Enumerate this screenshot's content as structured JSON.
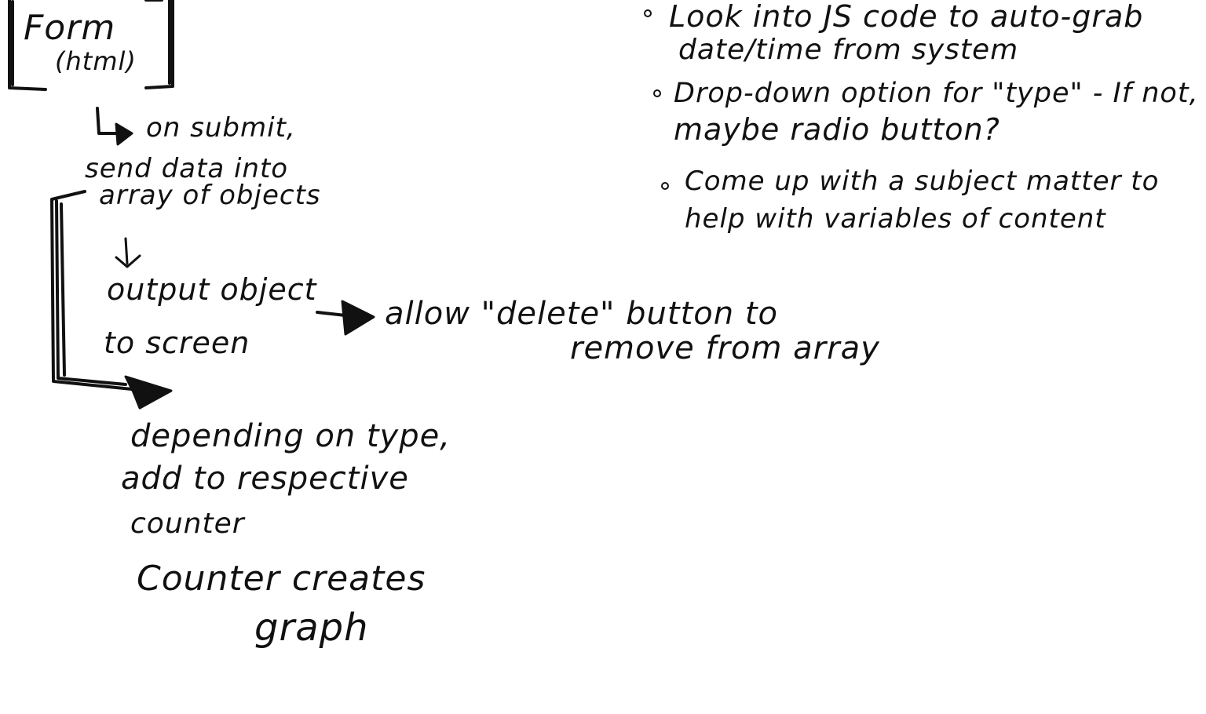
{
  "flow": {
    "form_title": "Form",
    "form_subtitle": "(html)",
    "step1_line1": "on submit,",
    "step1_line2": "send data into",
    "step1_line3": "array of objects",
    "step2_line1": "output object",
    "step2_line2": "to screen",
    "side_line1": "allow \"delete\" button to",
    "side_line2": "remove from array",
    "step3_line1": "depending on type,",
    "step3_line2": "add to respective",
    "step3_line3": "counter",
    "step4_line1": "Counter creates",
    "step4_line2": "graph"
  },
  "notes": [
    {
      "line1": "Look into JS code to auto-grab",
      "line2": "date/time from system"
    },
    {
      "line1": "Drop-down option for \"type\" - If not,",
      "line2": "maybe radio button?"
    },
    {
      "line1": "Come up with a subject matter to",
      "line2": "help with variables of content"
    }
  ]
}
